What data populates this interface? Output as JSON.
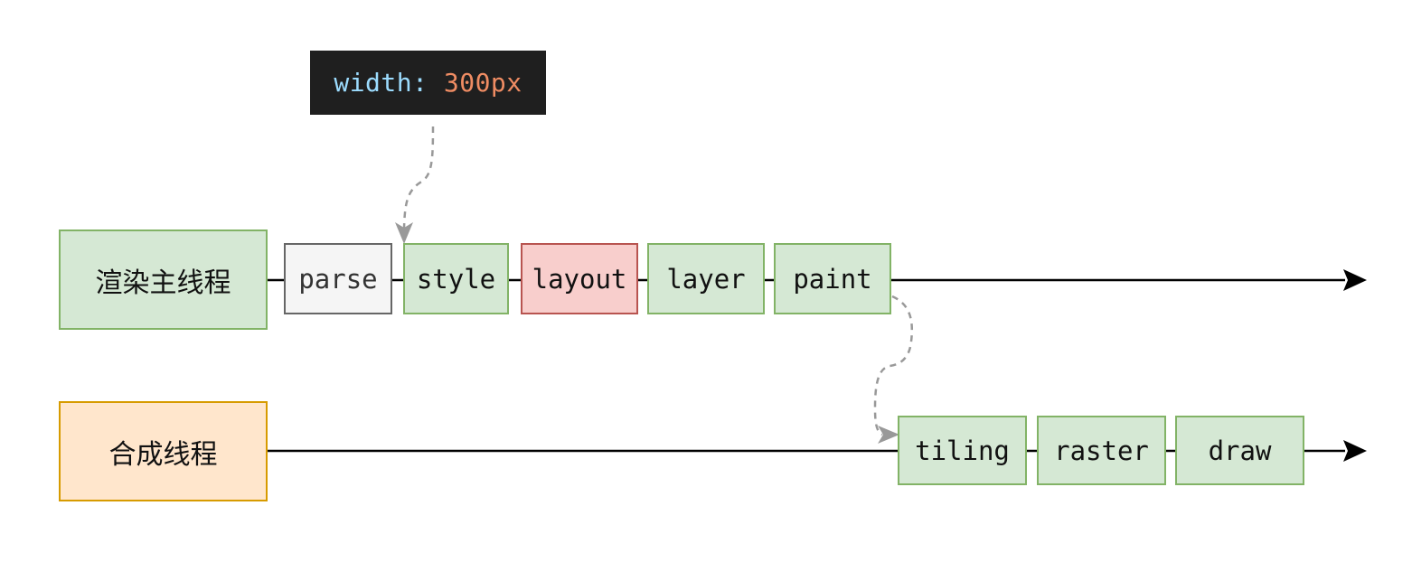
{
  "code": {
    "property": "width:",
    "value": "300px"
  },
  "main_thread": {
    "label": "渲染主线程",
    "steps": [
      "parse",
      "style",
      "layout",
      "layer",
      "paint"
    ]
  },
  "compositor_thread": {
    "label": "合成线程",
    "steps": [
      "tiling",
      "raster",
      "draw"
    ]
  },
  "colors": {
    "green_fill": "#d5e8d4",
    "green_border": "#82b366",
    "gray_fill": "#f5f5f5",
    "gray_border": "#666666",
    "red_fill": "#f8cecc",
    "red_border": "#b85450",
    "orange_fill": "#ffe6cc",
    "orange_border": "#d79b00",
    "code_bg": "#1f1f1f",
    "code_property": "#9cdcfe",
    "code_value": "#ef8c63",
    "dashed_connector": "#999999"
  }
}
